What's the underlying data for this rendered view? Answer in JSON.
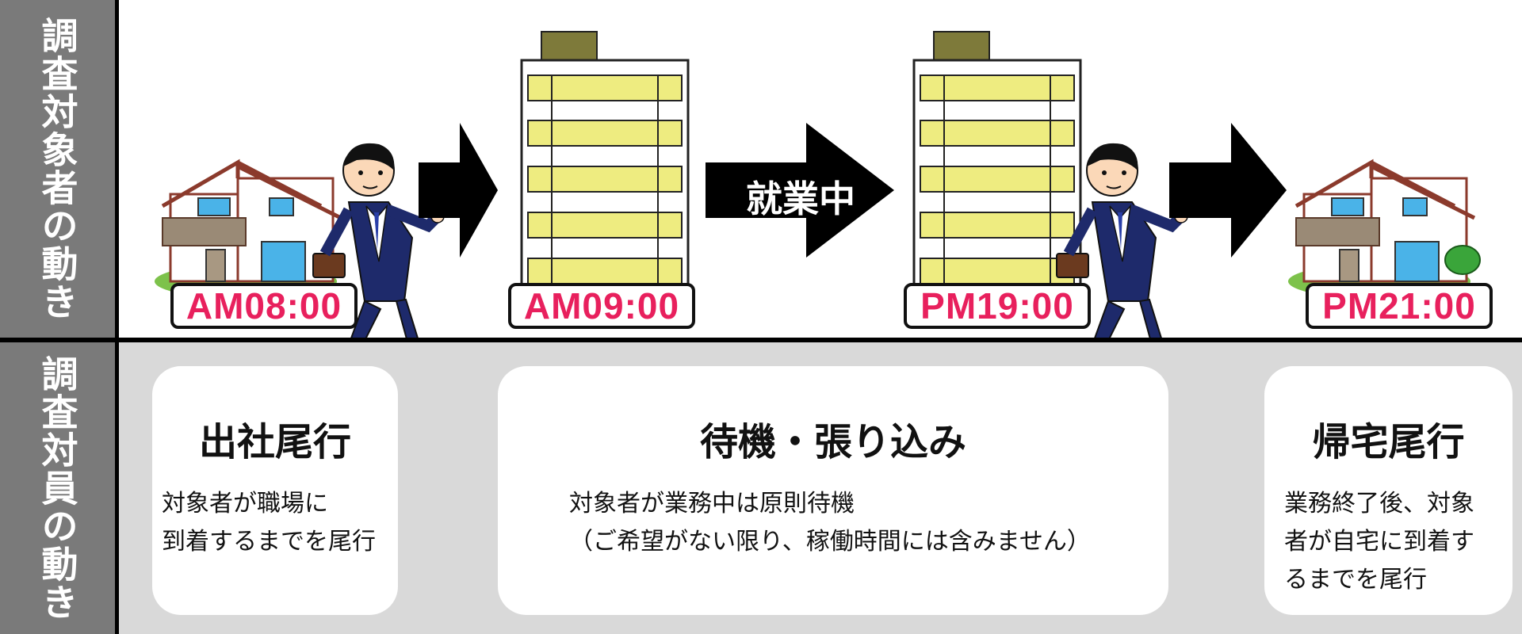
{
  "sidebar": {
    "top_label": "調査対象者の動き",
    "bottom_label": "調査対員の動き"
  },
  "timeline": {
    "times": [
      "AM08:00",
      "AM09:00",
      "PM19:00",
      "PM21:00"
    ],
    "arrow_text": "就業中"
  },
  "cards": [
    {
      "title": "出社尾行",
      "desc": "対象者が職場に\n到着するまでを尾行"
    },
    {
      "title": "待機・張り込み",
      "desc": "対象者が業務中は原則待機\n（ご希望がない限り、稼働時間には含みません）"
    },
    {
      "title": "帰宅尾行",
      "desc": "業務終了後、対象\n者が自宅に到着す\nるまでを尾行"
    }
  ],
  "colors": {
    "sidebar_bg": "#7a7a7a",
    "time_text": "#e8205d",
    "window_yellow": "#eeec80",
    "bottom_bg": "#d9d9d9"
  },
  "icons": [
    "house-icon",
    "office-building-icon",
    "businessman-icon",
    "arrow-right-icon"
  ]
}
